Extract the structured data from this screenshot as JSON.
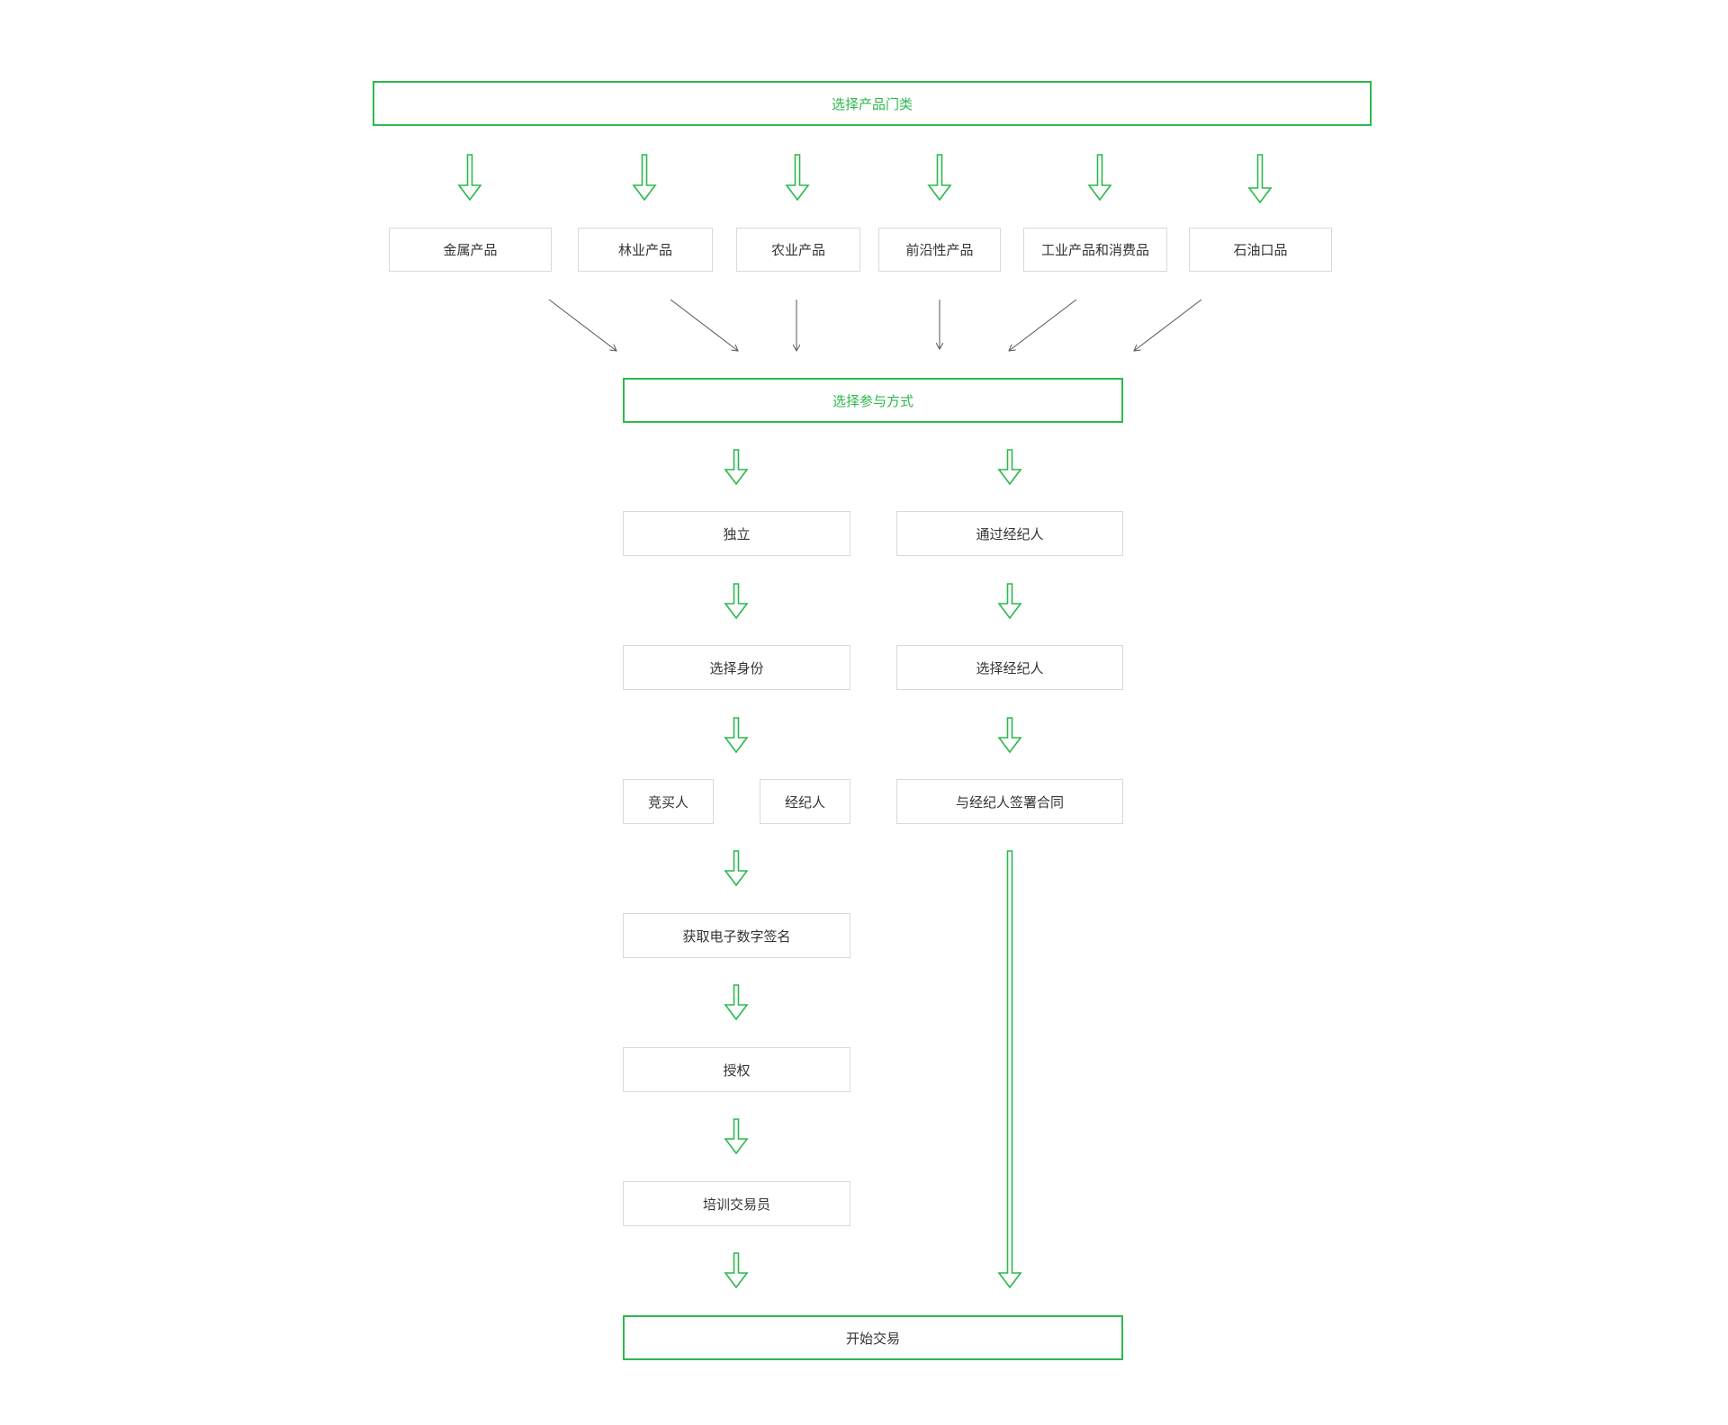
{
  "colors": {
    "accent": "#2db84d",
    "box_border": "#d9d9d9",
    "text": "#333333",
    "connector": "#555555"
  },
  "steps": {
    "select_category": "选择产品门类",
    "select_mode": "选择参与方式",
    "start_trading": "开始交易"
  },
  "categories": [
    "金属产品",
    "林业产品",
    "农业产品",
    "前沿性产品",
    "工业产品和消费品",
    "石油口品"
  ],
  "independent_path": {
    "title": "独立",
    "select_identity": "选择身份",
    "roles": [
      "竞买人",
      "经纪人"
    ],
    "get_signature": "获取电子数字签名",
    "authorize": "授权",
    "train_traders": "培训交易员"
  },
  "broker_path": {
    "title": "通过经纪人",
    "select_broker": "选择经纪人",
    "sign_contract": "与经纪人签署合同"
  }
}
